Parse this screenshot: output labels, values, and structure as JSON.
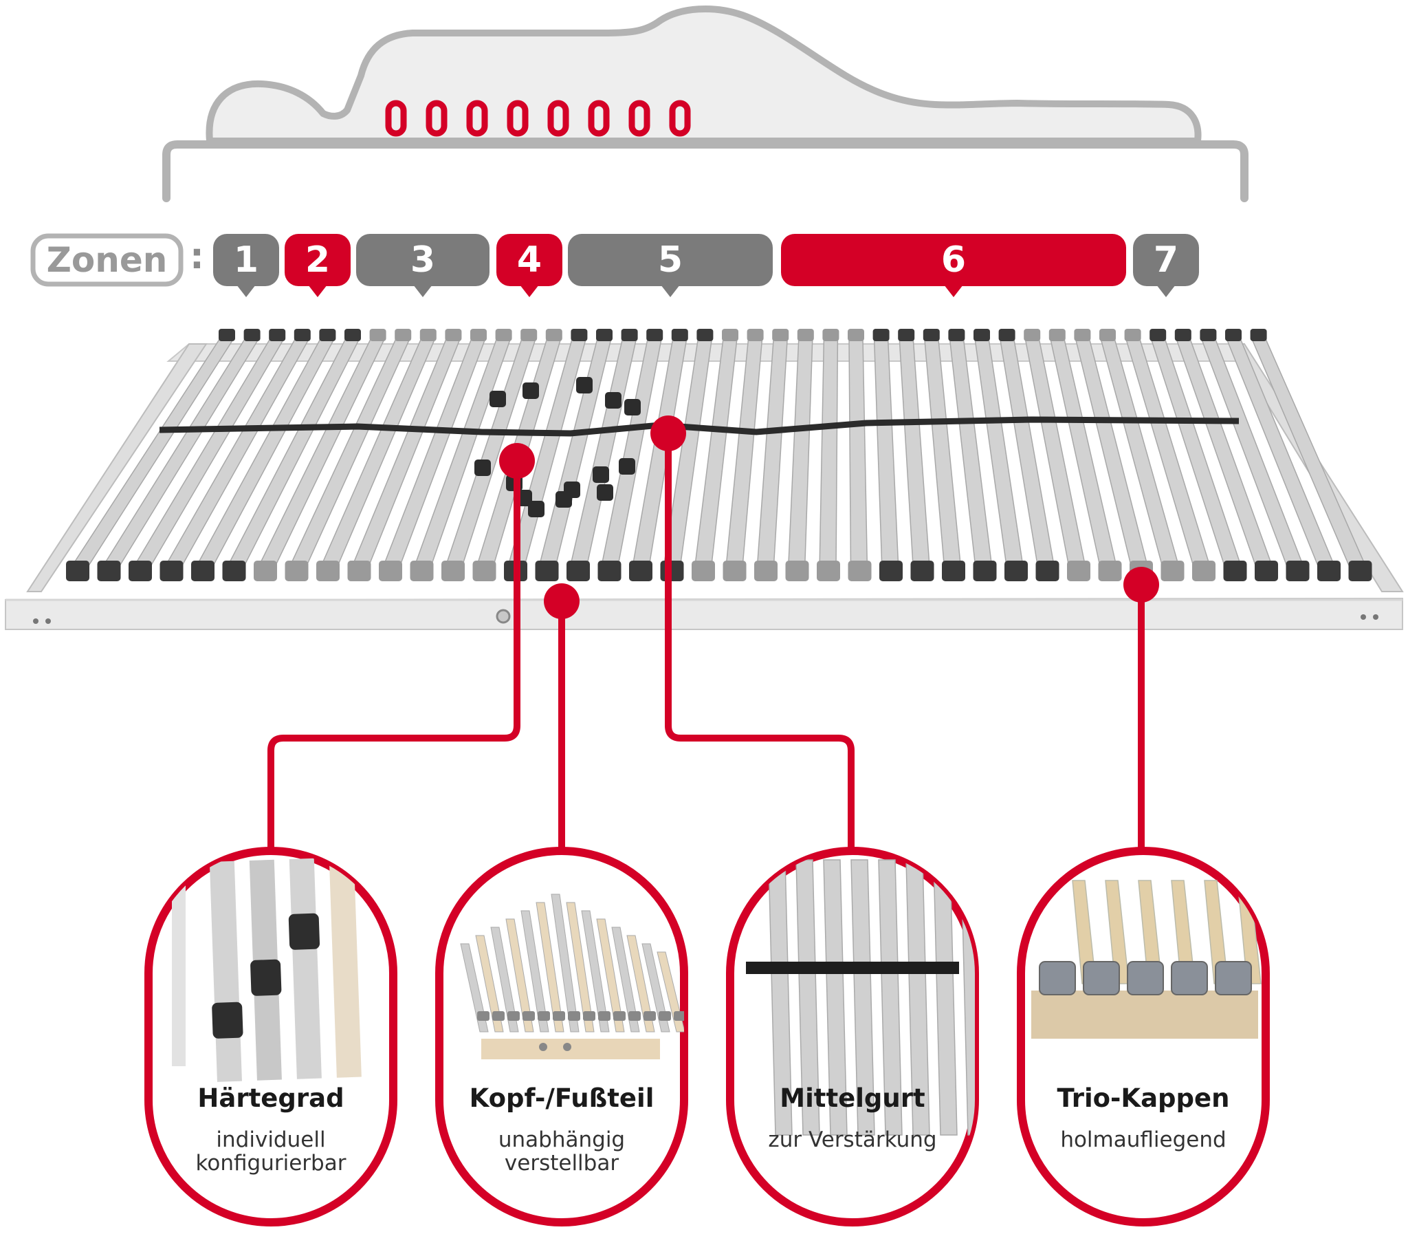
{
  "colors": {
    "accent_red": "#d40026",
    "zone_gray": "#7b7b7b",
    "outline_gray": "#b3b3b3",
    "mattress_fill": "#eeeeee",
    "slat_light": "#d2d2d2",
    "slat_dark": "#3a3a3a"
  },
  "zones": {
    "label": "Zonen",
    "separator": ":",
    "items": [
      {
        "number": "1",
        "highlighted": false
      },
      {
        "number": "2",
        "highlighted": true
      },
      {
        "number": "3",
        "highlighted": false
      },
      {
        "number": "4",
        "highlighted": true
      },
      {
        "number": "5",
        "highlighted": false
      },
      {
        "number": "6",
        "highlighted": true
      },
      {
        "number": "7",
        "highlighted": false
      }
    ]
  },
  "features": [
    {
      "title": "Härtegrad",
      "subtitle_line1": "individuell",
      "subtitle_line2": "konfigurierbar",
      "icon": "firmness-slider-icon"
    },
    {
      "title": "Kopf-/Fußteil",
      "subtitle_line1": "unabhängig",
      "subtitle_line2": "verstellbar",
      "icon": "adjustable-head-foot-icon"
    },
    {
      "title": "Mittelgurt",
      "subtitle_line1": "zur Verstärkung",
      "subtitle_line2": "",
      "icon": "center-belt-icon"
    },
    {
      "title": "Trio-Kappen",
      "subtitle_line1": "holmaufliegend",
      "subtitle_line2": "",
      "icon": "trio-caps-icon"
    }
  ]
}
